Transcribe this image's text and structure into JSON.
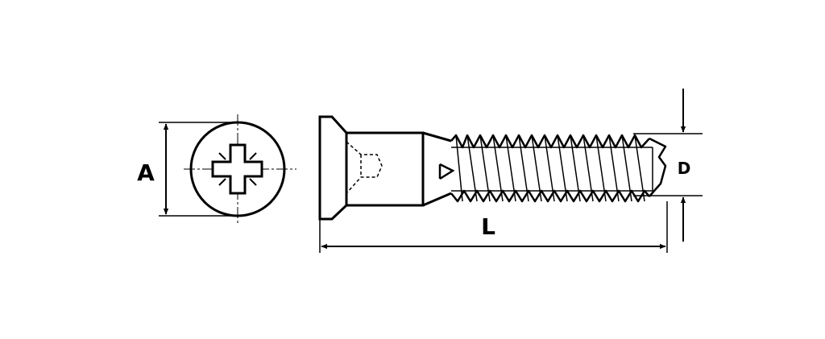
{
  "labels": {
    "head_diameter": "A",
    "length": "L",
    "thread_diameter": "D"
  },
  "colors": {
    "line": "#000000",
    "background": "#ffffff"
  }
}
